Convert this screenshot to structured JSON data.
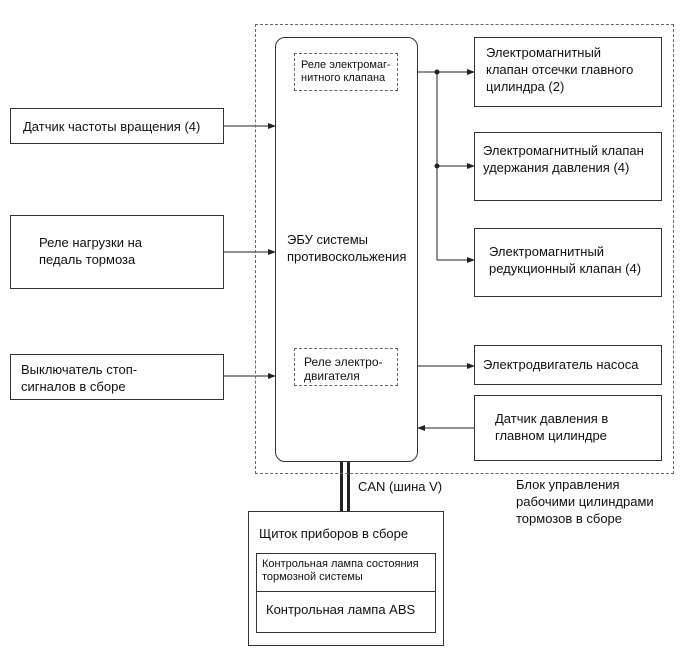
{
  "inputs": {
    "speed_sensor": "Датчик частоты вращения (4)",
    "brake_load_relay": "Реле нагрузки на\nпедаль тормоза",
    "stop_switch": "Выключатель стоп-\nсигналов в сборе"
  },
  "ecu": {
    "label": "ЭБУ системы\nпротивоскольжения",
    "valve_relay": "Реле электромаг-\nнитного клапана",
    "motor_relay": "Реле электро-\nдвигателя"
  },
  "outputs": {
    "master_cut_valve": "Электромагнитный\nклапан отсечки главного\nцилиндра (2)",
    "pressure_hold_valve": "Электромагнитный клапан\nудержания давления (4)",
    "reduction_valve": "Электромагнитный\nредукционный клапан (4)",
    "pump_motor": "Электродвигатель насоса",
    "master_pressure_sensor": "Датчик давления в\nглавном цилиндре"
  },
  "actuator_unit_label": "Блок управления\nрабочими цилиндрами\nтормозов в сборе",
  "can_label": "CAN (шина V)",
  "cluster": {
    "title": "Щиток приборов в сборе",
    "brake_lamp": "Контрольная лампа состояния\nтормозной системы",
    "abs_lamp": "Контрольная лампа ABS"
  }
}
